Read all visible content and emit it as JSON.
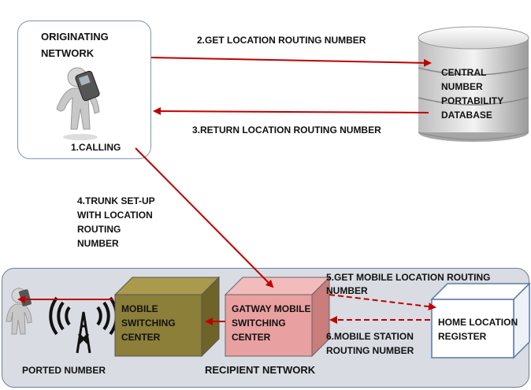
{
  "originating": {
    "title_line1": "ORIGINATING",
    "title_line2": "NETWORK",
    "calling": "1.CALLING"
  },
  "steps": {
    "step2": "2.GET LOCATION ROUTING NUMBER",
    "step3": "3.RETURN LOCATION ROUTING NUMBER",
    "step4_l1": "4.TRUNK SET-UP",
    "step4_l2": "WITH LOCATION",
    "step4_l3": "ROUTING",
    "step4_l4": "NUMBER",
    "step5_l1": "5.GET MOBILE LOCATION ROUTING",
    "step5_l2": "NUMBER",
    "step6_l1": "6.MOBILE STATION",
    "step6_l2": "ROUTING NUMBER"
  },
  "database": {
    "l1": "CENTRAL",
    "l2": "NUMBER",
    "l3": "PORTABILITY",
    "l4": "DATABASE"
  },
  "msc": {
    "l1": "MOBILE",
    "l2": "SWITCHING",
    "l3": "CENTER"
  },
  "gmsc": {
    "l1": "GATWAY MOBILE",
    "l2": "SWITCHING",
    "l3": "CENTER"
  },
  "hlr": {
    "l1": "HOME LOCATION",
    "l2": "REGISTER"
  },
  "ported": "PORTED NUMBER",
  "recipient": "RECIPIENT NETWORK",
  "colors": {
    "arrow": "#c00000",
    "msc": "#8b7f3a",
    "gmsc": "#e9a0a0",
    "frame": "#7f95b8",
    "recipient_bg": "#d9dce2"
  },
  "icons": [
    "person-phone-icon",
    "database-cylinder-icon",
    "antenna-tower-icon"
  ]
}
